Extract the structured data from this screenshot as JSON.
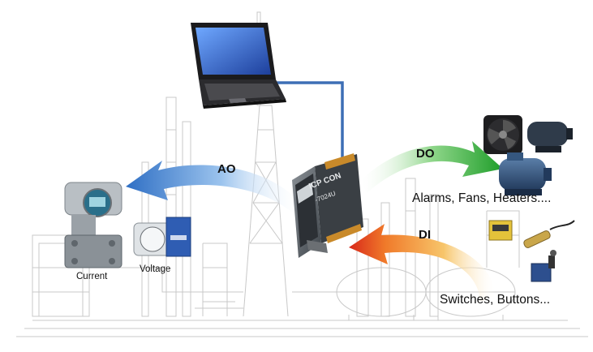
{
  "module": {
    "brand": "ICP CON",
    "model": "-7024U"
  },
  "arrows": {
    "ao": "AO",
    "do": "DO",
    "di": "DI"
  },
  "devices": {
    "current": "Current",
    "voltage": "Voltage"
  },
  "groups": {
    "outputs": "Alarms, Fans, Heaters....",
    "inputs": "Switches, Buttons..."
  },
  "colors": {
    "link": "#3d6fb5",
    "ao_arrow": "#4f8fd6",
    "do_arrow": "#3bb43b",
    "di_arrow": "#e23a1e",
    "plant_lines": "#c8c8c8"
  }
}
